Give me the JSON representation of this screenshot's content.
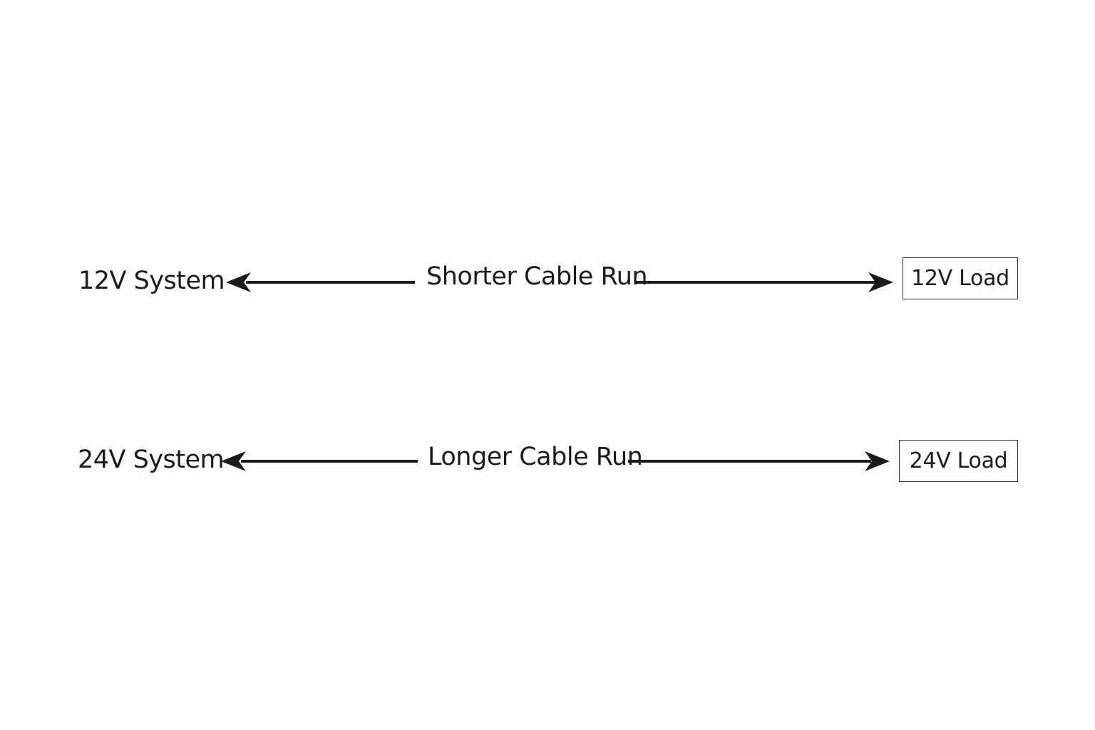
{
  "diagram": {
    "rows": [
      {
        "system_label": "12V System",
        "cable_label": "Shorter Cable Run",
        "load_label": "12V Load"
      },
      {
        "system_label": "24V System",
        "cable_label": "Longer Cable Run",
        "load_label": "24V Load"
      }
    ],
    "line_color": "#1b1b1b"
  }
}
